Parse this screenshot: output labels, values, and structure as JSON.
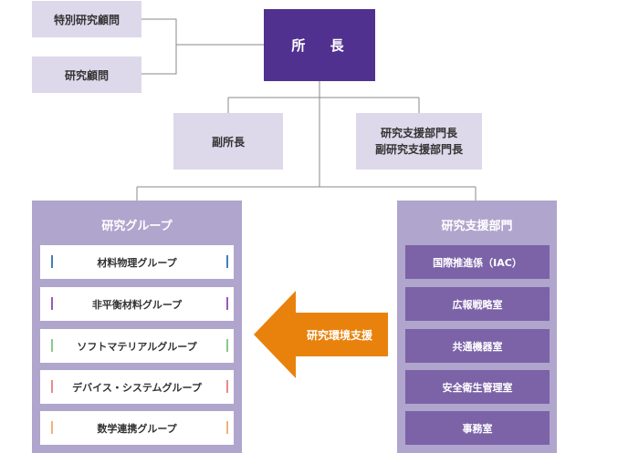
{
  "advisors": {
    "special": "特別研究顧問",
    "regular": "研究顧問"
  },
  "director": "所 長",
  "deputy": "副所長",
  "support_leaders": [
    "研究支援部門長",
    "副研究支援部門長"
  ],
  "research_groups": {
    "title": "研究グループ",
    "items": [
      {
        "label": "材料物理グループ",
        "color": "#3f7fbf"
      },
      {
        "label": "非平衡材料グループ",
        "color": "#9b59b6"
      },
      {
        "label": "ソフトマテリアルグループ",
        "color": "#8cc98c"
      },
      {
        "label": "デバイス・システムグループ",
        "color": "#e98a8a"
      },
      {
        "label": "数学連携グループ",
        "color": "#f2b27a"
      }
    ]
  },
  "support_division": {
    "title": "研究支援部門",
    "items": [
      "国際推進係（IAC）",
      "広報戦略室",
      "共通機器室",
      "安全衛生管理室",
      "事務室"
    ]
  },
  "arrow": {
    "label": "研究環境支援",
    "color": "#e8820c"
  },
  "colors": {
    "director": "#51318f",
    "light_box": "#ddd8ea",
    "panel": "#b0a5cd",
    "support_item": "#7c63a8",
    "line": "#888888"
  }
}
